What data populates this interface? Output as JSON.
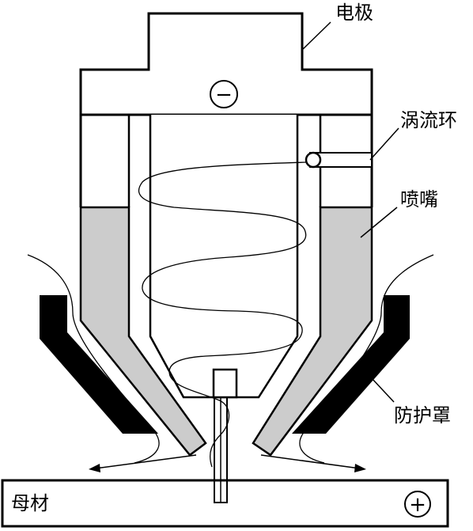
{
  "labels": {
    "electrode": "电极",
    "swirl_ring": "涡流环",
    "nozzle": "喷嘴",
    "shield_cap": "防护罩",
    "base_metal": "母材"
  },
  "signs": {
    "negative": "−",
    "positive": "+"
  },
  "colors": {
    "line": "#000000",
    "nozzle_fill": "#cccccc",
    "shield_fill": "#000000",
    "background": "#ffffff"
  }
}
